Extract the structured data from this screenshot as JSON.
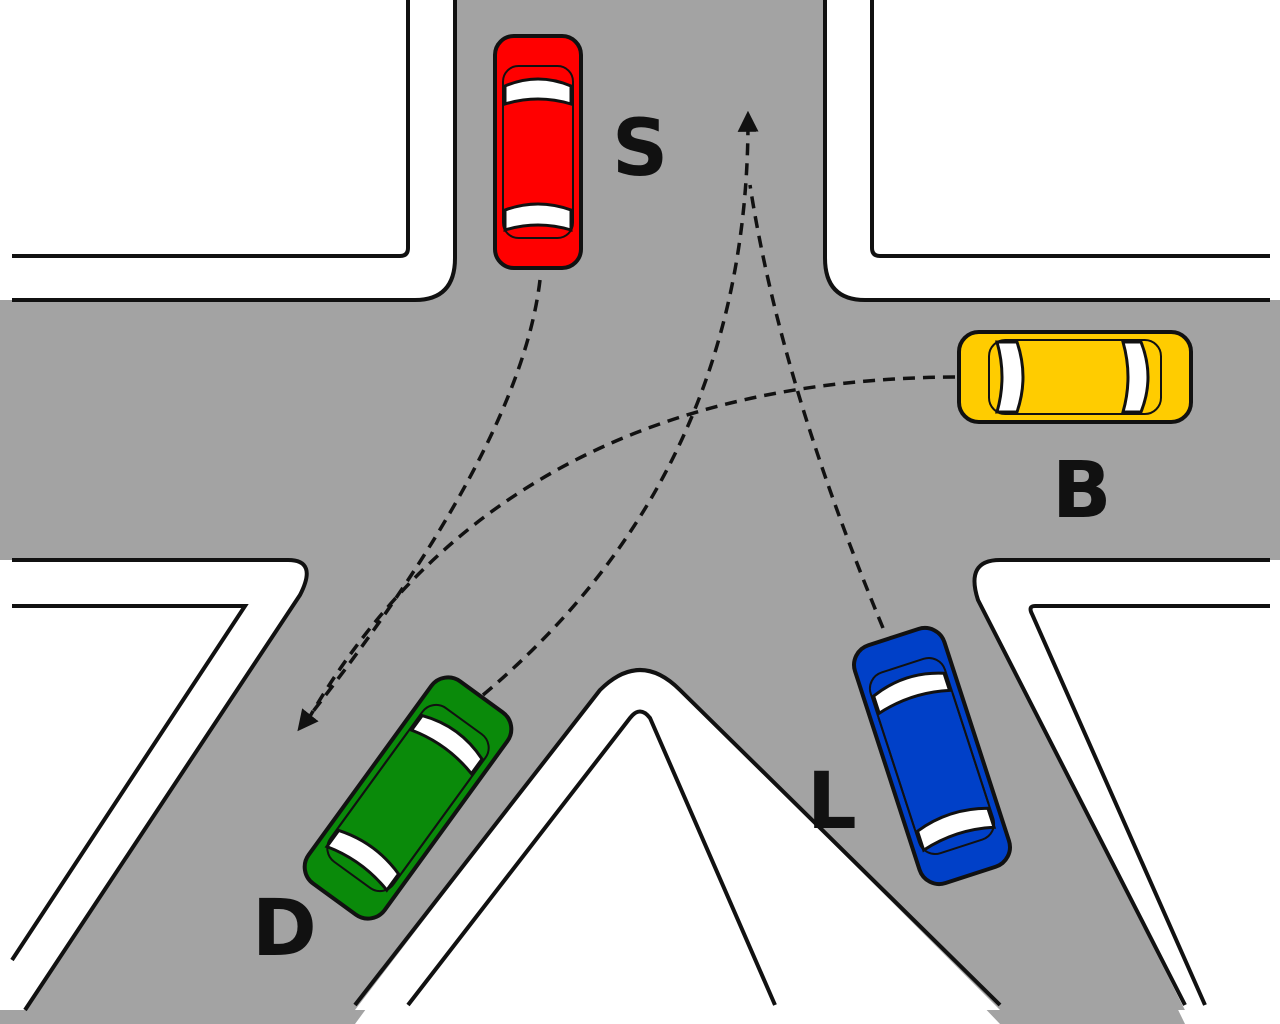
{
  "colors": {
    "road": "#a3a3a3",
    "road_edge": "#111111",
    "sidewalk": "#ffffff",
    "path": "#111111"
  },
  "cars": [
    {
      "id": "S",
      "label": "S",
      "color": "#ff0000",
      "icon": "red-car-icon"
    },
    {
      "id": "B",
      "label": "B",
      "color": "#ffcc00",
      "icon": "yellow-car-icon"
    },
    {
      "id": "L",
      "label": "L",
      "color": "#0040c8",
      "icon": "blue-car-icon"
    },
    {
      "id": "D",
      "label": "D",
      "color": "#0a8a0a",
      "icon": "green-car-icon"
    }
  ],
  "paths": [
    {
      "from": "S",
      "to": "D",
      "icon": "dashed-arrow"
    },
    {
      "from": "B",
      "to": "D",
      "icon": "dashed-arrow"
    },
    {
      "from": "D",
      "to": "S",
      "icon": "dashed-arrow"
    },
    {
      "from": "L",
      "to": "S",
      "icon": "dashed-arrow"
    }
  ]
}
